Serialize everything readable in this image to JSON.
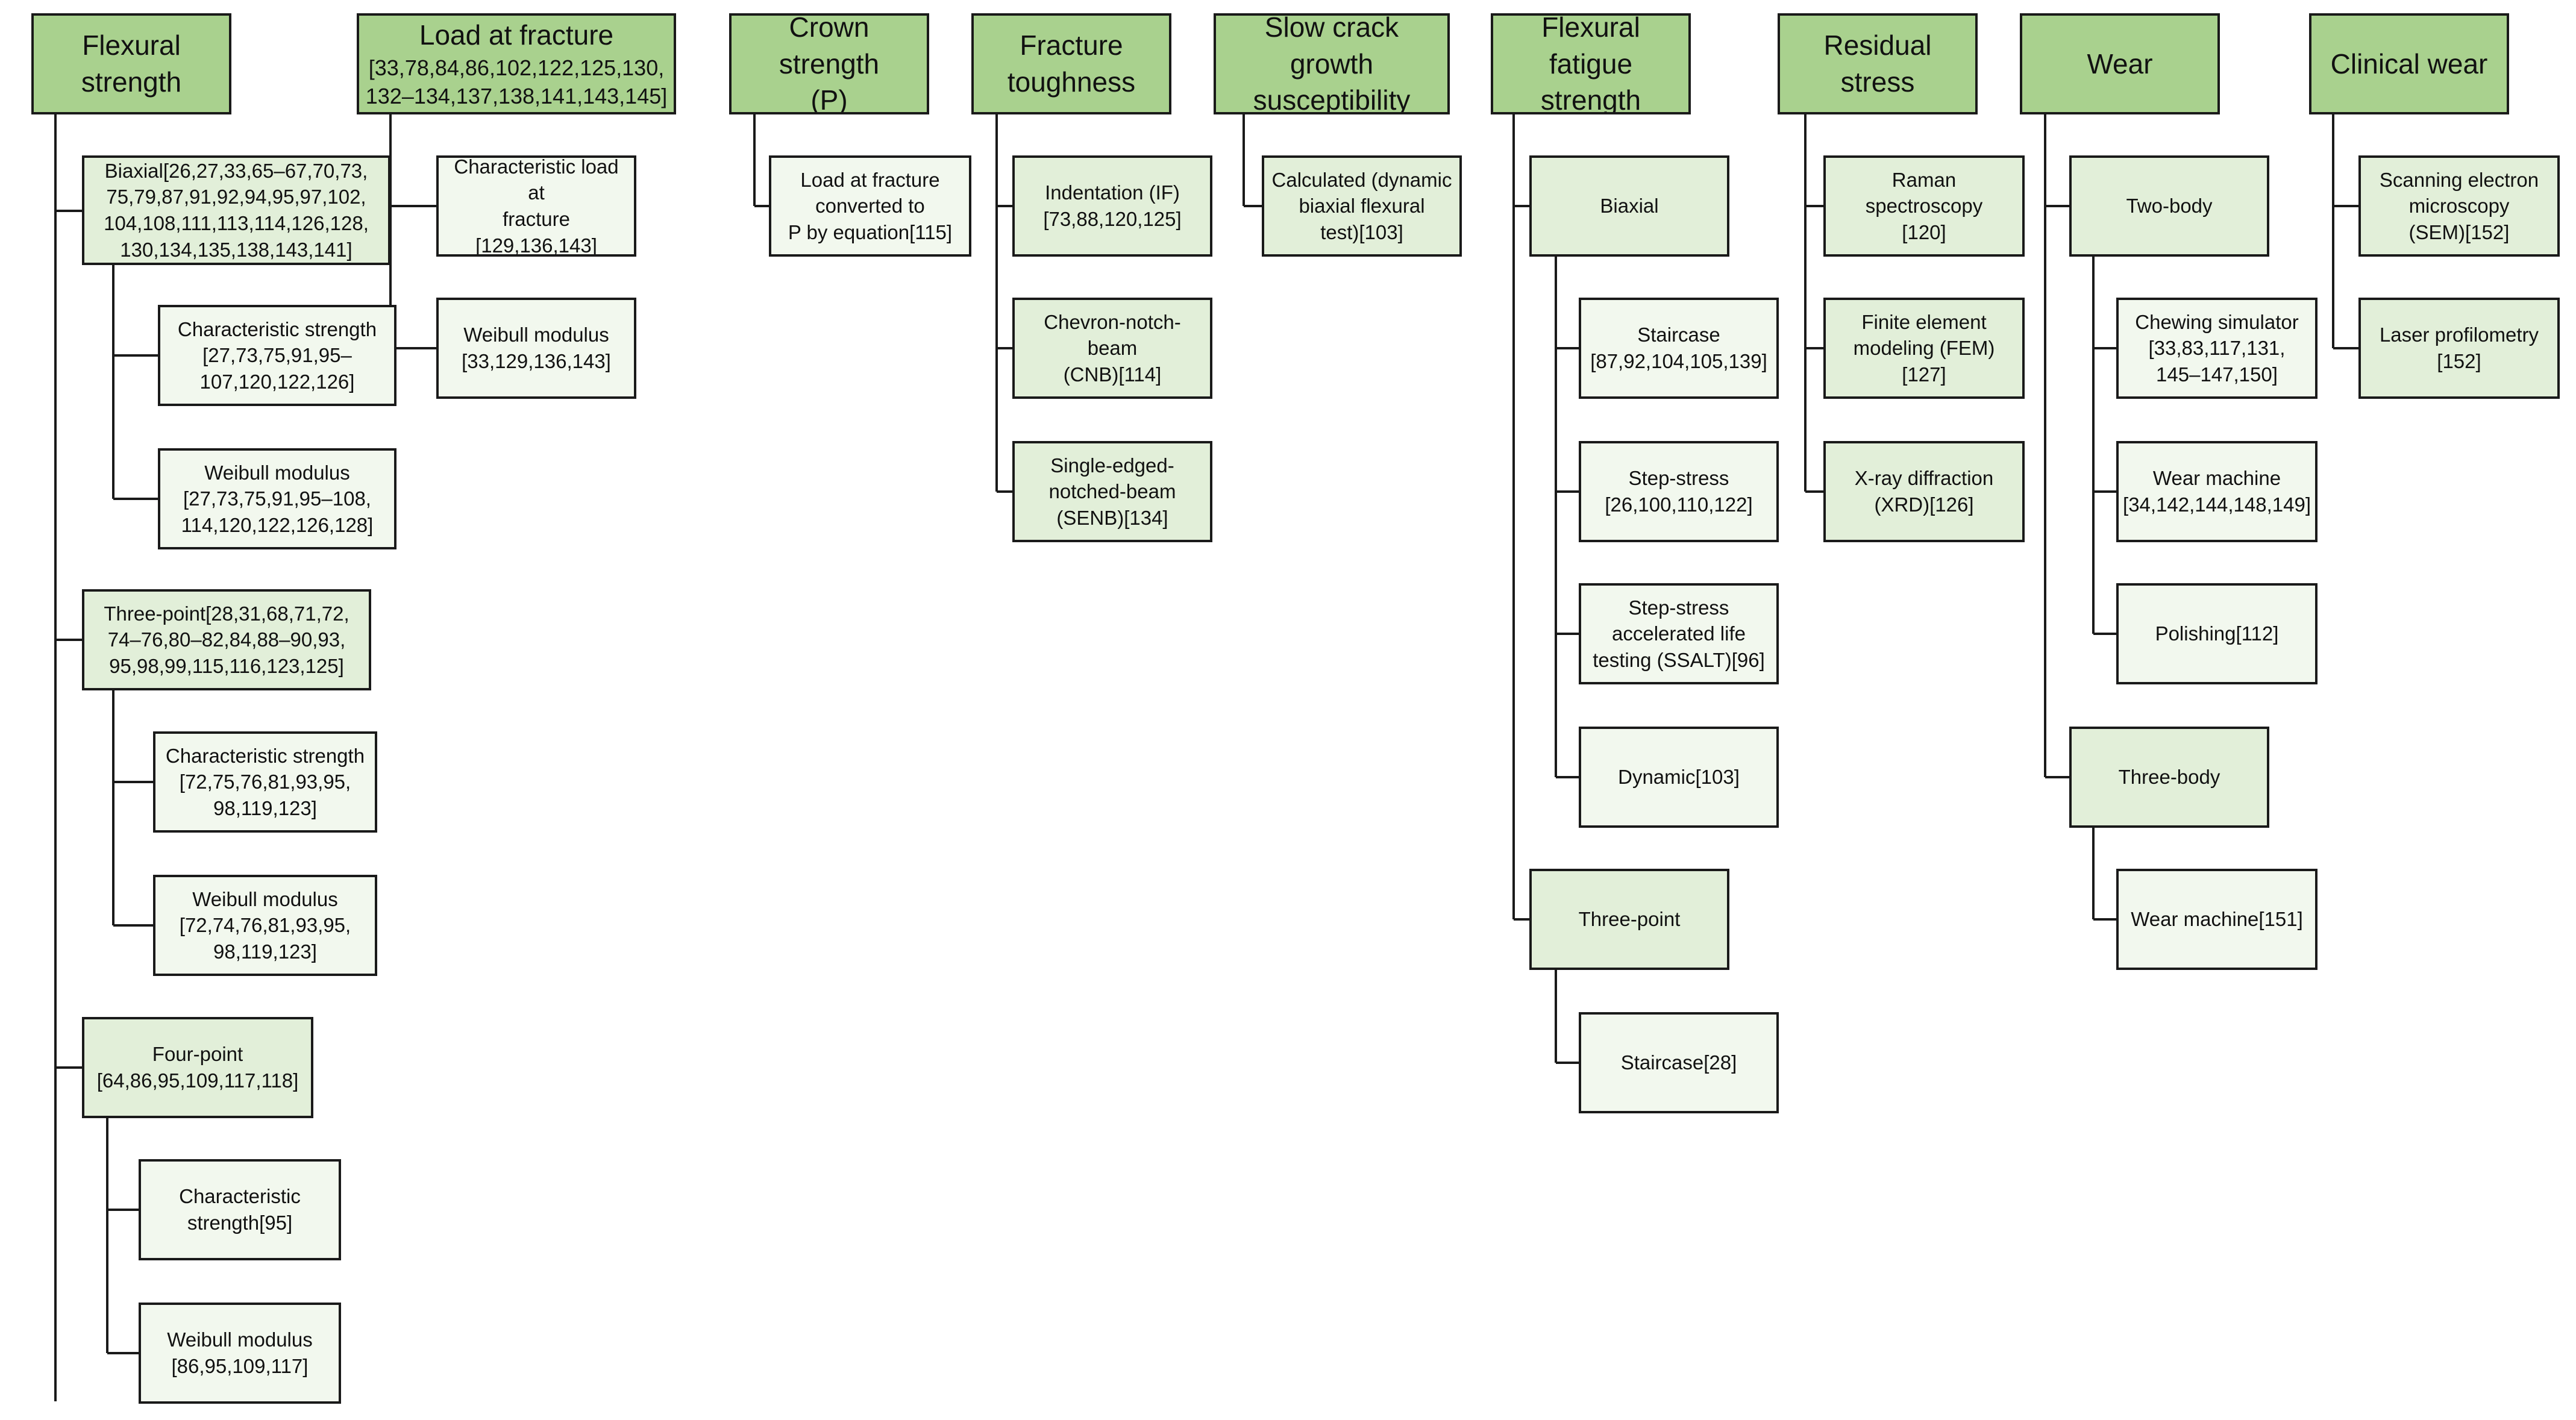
{
  "palette": {
    "header": "#a9d18e",
    "mid": "#e2efd9",
    "leaf": "#f2f8ee",
    "line": "#1a1a1a"
  },
  "columns": {
    "flexural": {
      "title": "Flexural\nstrength",
      "biaxial": "Biaxial[26,27,33,65–67,70,73,\n75,79,87,91,92,94,95,97,102,\n104,108,111,113,114,126,128,\n130,134,135,138,143,141]",
      "biaxial_char": "Characteristic strength\n[27,73,75,91,95–\n107,120,122,126]",
      "biaxial_weibull": "Weibull modulus\n[27,73,75,91,95–108,\n114,120,122,126,128]",
      "three_point": "Three-point[28,31,68,71,72,\n74–76,80–82,84,88–90,93,\n95,98,99,115,116,123,125]",
      "three_char": "Characteristic strength\n[72,75,76,81,93,95,\n98,119,123]",
      "three_weibull": "Weibull modulus\n[72,74,76,81,93,95,\n98,119,123]",
      "four_point": "Four-point\n[64,86,95,109,117,118]",
      "four_char": "Characteristic\nstrength[95]",
      "four_weibull": "Weibull modulus\n[86,95,109,117]"
    },
    "load": {
      "title": "Load at fracture",
      "refs": "[33,78,84,86,102,122,125,130,\n132–134,137,138,141,143,145]",
      "char_load": "Characteristic load at\nfracture\n[129,136,143]",
      "weibull": "Weibull modulus\n[33,129,136,143]"
    },
    "crown": {
      "title": "Crown strength\n(P)",
      "converted": "Load at fracture\nconverted to\nP by equation[115]"
    },
    "toughness": {
      "title": "Fracture\ntoughness",
      "indentation": "Indentation (IF)\n[73,88,120,125]",
      "cnb": "Chevron-notch-beam\n(CNB)[114]",
      "senb": "Single-edged-\nnotched-beam\n(SENB)[134]"
    },
    "slow_crack": {
      "title": "Slow crack growth\nsusceptibility",
      "calculated": "Calculated (dynamic\nbiaxial flexural\ntest)[103]"
    },
    "fatigue": {
      "title": "Flexural fatigue\nstrength",
      "biaxial": "Biaxial",
      "staircase": "Staircase\n[87,92,104,105,139]",
      "step_stress": "Step-stress\n[26,100,110,122]",
      "ssalt": "Step-stress\naccelerated life\ntesting (SSALT)[96]",
      "dynamic": "Dynamic[103]",
      "three_point": "Three-point",
      "staircase_28": "Staircase[28]"
    },
    "residual": {
      "title": "Residual stress",
      "raman": "Raman spectroscopy\n[120]",
      "fem": "Finite element\nmodeling (FEM)\n[127]",
      "xrd": "X-ray diffraction\n(XRD)[126]"
    },
    "wear": {
      "title": "Wear",
      "two_body": "Two-body",
      "chewing": "Chewing simulator\n[33,83,117,131,\n145–147,150]",
      "wear_machine": "Wear machine\n[34,142,144,148,149]",
      "polishing": "Polishing[112]",
      "three_body": "Three-body",
      "wear_machine_151": "Wear machine[151]"
    },
    "clinical": {
      "title": "Clinical wear",
      "sem": "Scanning electron\nmicroscopy\n(SEM)[152]",
      "laser": "Laser profilometry\n[152]"
    }
  }
}
